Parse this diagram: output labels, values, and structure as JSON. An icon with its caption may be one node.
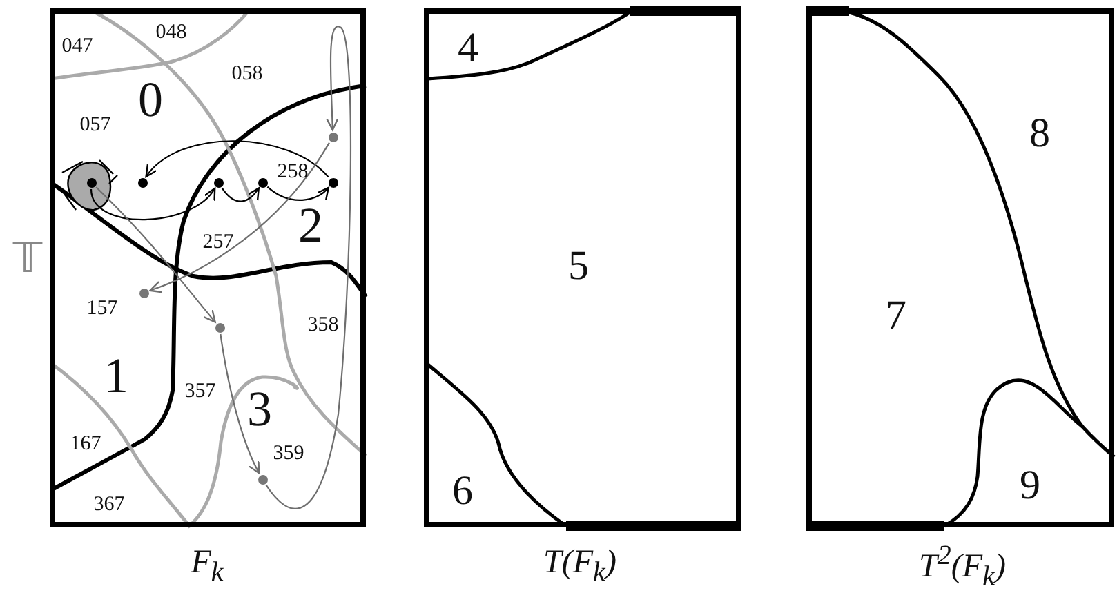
{
  "diagram": {
    "nodes": [
      {
        "text": [
          "F$_{k}$"
        ]
      },
      {
        "text": [],
        "shape": "blob",
        "in": 0
      },
      {
        "text": [],
        "shape": "circle",
        "in": 1
      },
      {
        "text": [],
        "shape": "circle",
        "in": 0
      },
      {
        "text": [],
        "shape": "circle",
        "in": 0
      },
      {
        "text": [],
        "shape": "circle",
        "in": 0
      },
      {
        "text": [],
        "shape": "circle",
        "in": 0
      },
      {
        "text": [],
        "shape": "circle",
        "in": 0
      },
      {
        "text": [],
        "shape": "circle",
        "in": 0
      },
      {
        "text": [],
        "shape": "circle",
        "in": 0
      },
      {
        "text": [],
        "shape": "circle",
        "in": 0
      },
      {
        "text": [
          "T(F$_{k}$)"
        ]
      },
      {
        "text": [
          "T$^{2}$(F$_{k}$)"
        ]
      }
    ],
    "edges": [
      {
        "from": 10,
        "to": 7,
        "arrow": "to",
        "color": "#6e6e6e"
      },
      {
        "from": 6,
        "to": 3,
        "arrow": "to",
        "color": "#000000"
      },
      {
        "from": 2,
        "to": 4,
        "arrow": "to",
        "color": "#000000"
      },
      {
        "from": 4,
        "to": 5,
        "arrow": "to",
        "color": "#000000"
      },
      {
        "from": 5,
        "to": 6,
        "arrow": "to",
        "color": "#000000"
      },
      {
        "from": 7,
        "to": 8,
        "arrow": "to",
        "color": "#6e6e6e"
      },
      {
        "from": 2,
        "to": 9,
        "arrow": "to",
        "color": "#6e6e6e"
      },
      {
        "from": 9,
        "to": 10,
        "arrow": "to",
        "color": "#6e6e6e"
      }
    ],
    "labels": [
      "𝕋",
      "047",
      "048",
      "058",
      "0",
      "057",
      "258",
      "2",
      "257",
      "157",
      "358",
      "1",
      "357",
      "3",
      "167",
      "359",
      "367",
      "4",
      "5",
      "6",
      "8",
      "7",
      "9"
    ]
  }
}
